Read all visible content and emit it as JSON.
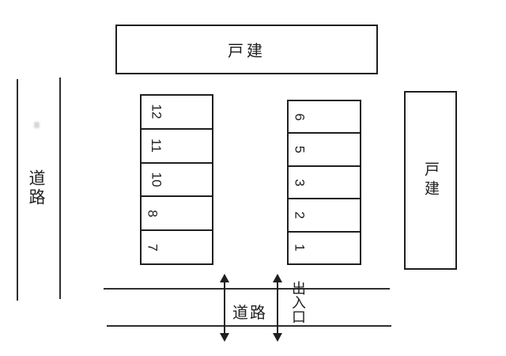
{
  "diagram_type": "parking-lot-layout",
  "colors": {
    "background": "#ffffff",
    "line": "#1f1f1f"
  },
  "buildings": {
    "top": {
      "label": "戸建"
    },
    "right": {
      "label": "戸建"
    }
  },
  "roads": {
    "left": {
      "label": "道路"
    },
    "bottom": {
      "label": "道路"
    }
  },
  "entrance": {
    "label": "出入口"
  },
  "parking": {
    "left_column": {
      "spaces": [
        "12",
        "11",
        "10",
        "8",
        "7"
      ]
    },
    "right_column": {
      "spaces": [
        "6",
        "5",
        "3",
        "2",
        "1"
      ]
    }
  },
  "icons": {
    "double_arrow": "↕"
  }
}
